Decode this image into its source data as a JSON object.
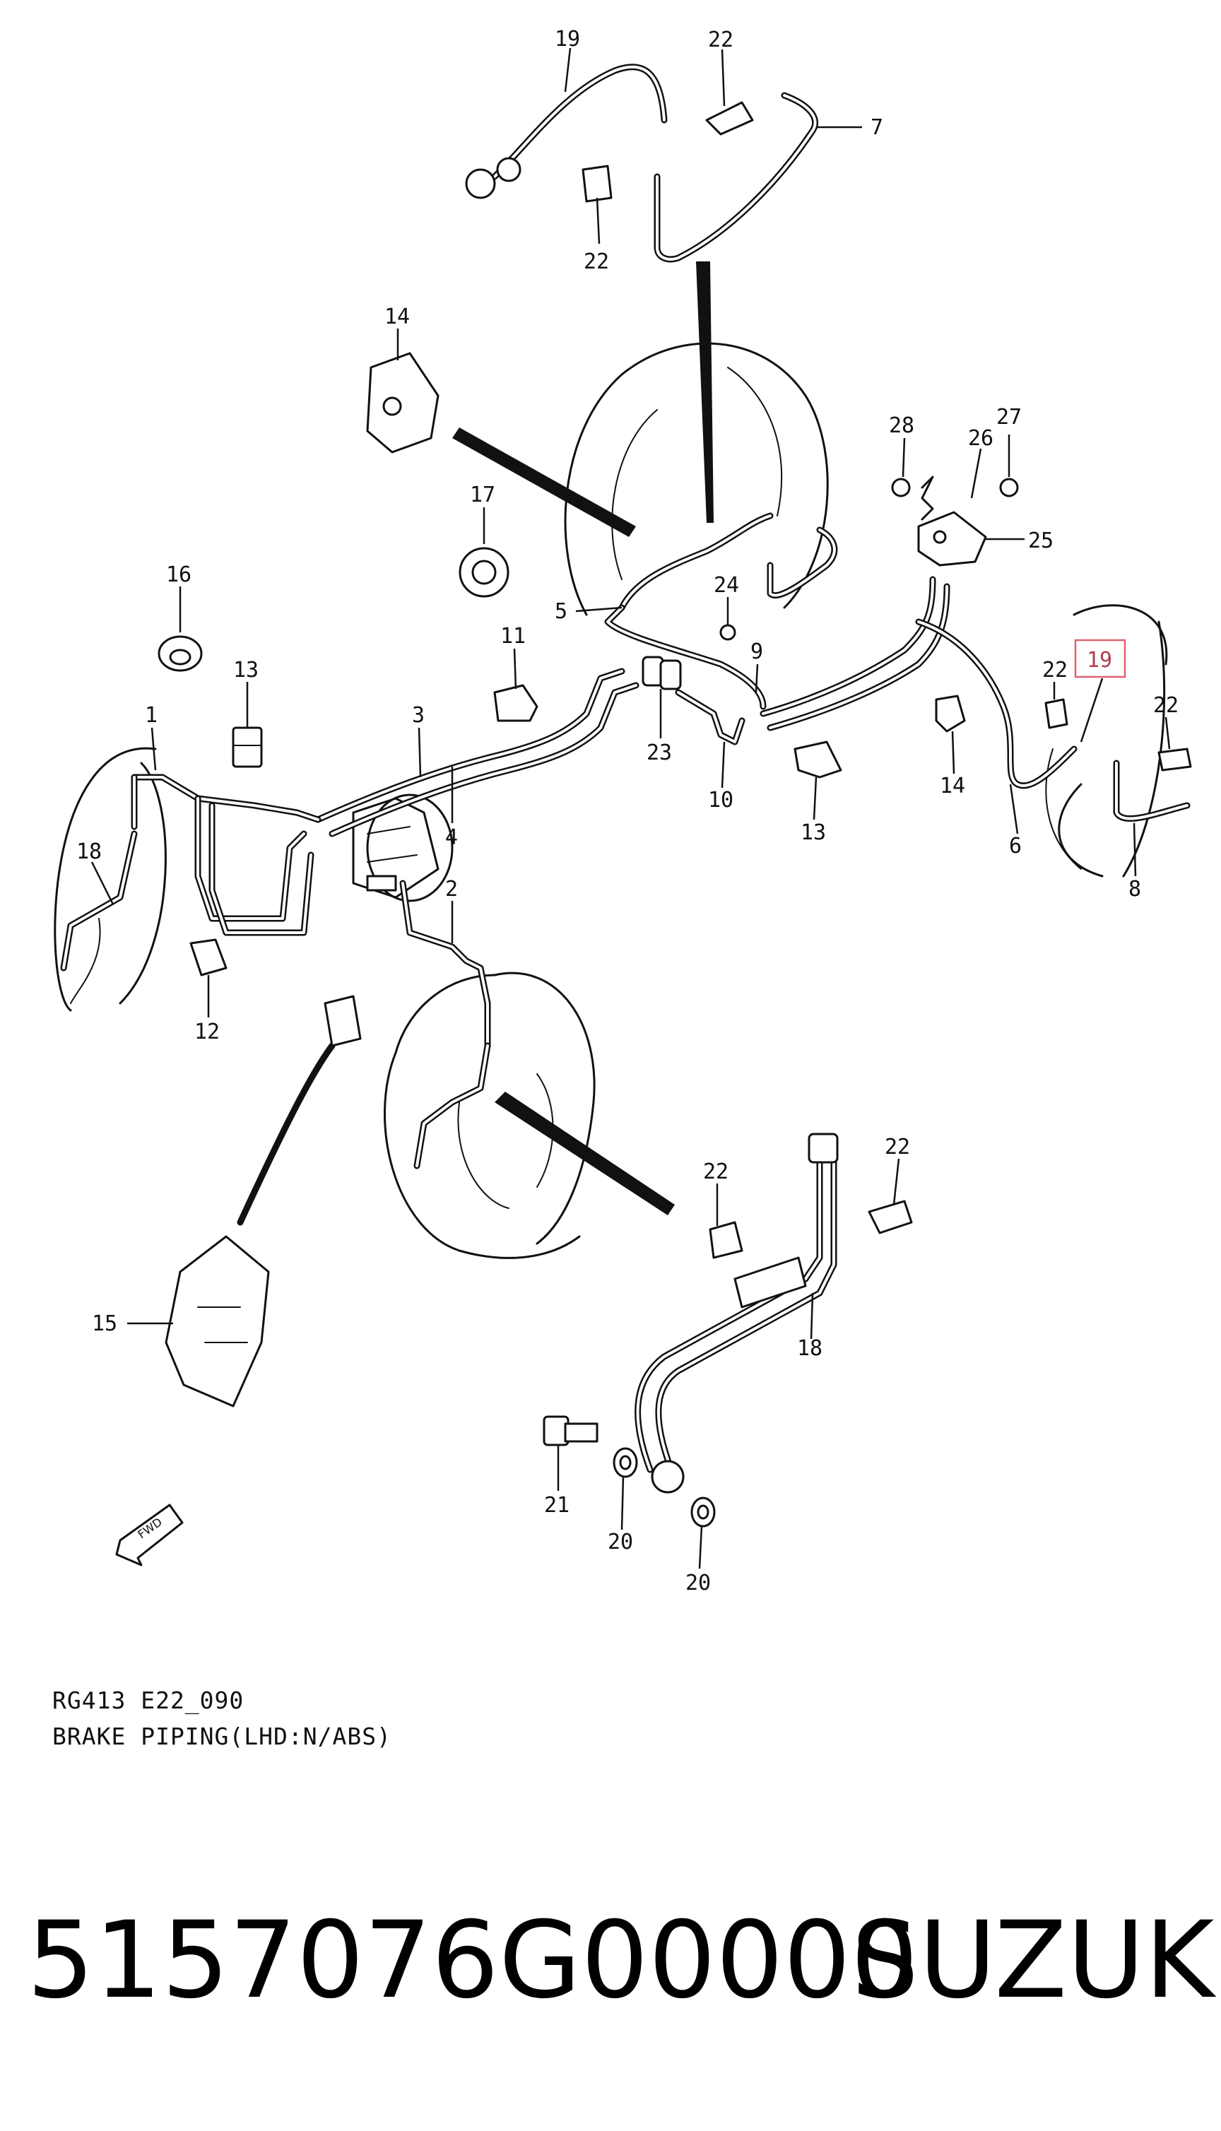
{
  "diagram": {
    "caption": {
      "code": "RG413 E22_090",
      "title": "BRAKE PIPING(LHD:N/ABS)"
    },
    "fwd_label": "FWD",
    "highlight_color": "#e06070",
    "callouts": [
      {
        "id": "c19-top",
        "text": "19"
      },
      {
        "id": "c22-top-right",
        "text": "22"
      },
      {
        "id": "c7",
        "text": "7"
      },
      {
        "id": "c22-top-left",
        "text": "22"
      },
      {
        "id": "c14-top",
        "text": "14"
      },
      {
        "id": "c28",
        "text": "28"
      },
      {
        "id": "c27",
        "text": "27"
      },
      {
        "id": "c26",
        "text": "26"
      },
      {
        "id": "c25",
        "text": "25"
      },
      {
        "id": "c17",
        "text": "17"
      },
      {
        "id": "c5",
        "text": "5"
      },
      {
        "id": "c24",
        "text": "24"
      },
      {
        "id": "c16",
        "text": "16"
      },
      {
        "id": "c11",
        "text": "11"
      },
      {
        "id": "c9",
        "text": "9"
      },
      {
        "id": "c19-right",
        "text": "19"
      },
      {
        "id": "c13-left",
        "text": "13"
      },
      {
        "id": "c22-right-a",
        "text": "22"
      },
      {
        "id": "c22-right-b",
        "text": "22"
      },
      {
        "id": "c1",
        "text": "1"
      },
      {
        "id": "c3",
        "text": "3"
      },
      {
        "id": "c23",
        "text": "23"
      },
      {
        "id": "c10",
        "text": "10"
      },
      {
        "id": "c13-mid",
        "text": "13"
      },
      {
        "id": "c14-right",
        "text": "14"
      },
      {
        "id": "c18-left",
        "text": "18"
      },
      {
        "id": "c4",
        "text": "4"
      },
      {
        "id": "c6",
        "text": "6"
      },
      {
        "id": "c8",
        "text": "8"
      },
      {
        "id": "c2",
        "text": "2"
      },
      {
        "id": "c12",
        "text": "12"
      },
      {
        "id": "c22-bottom-a",
        "text": "22"
      },
      {
        "id": "c22-bottom-b",
        "text": "22"
      },
      {
        "id": "c15",
        "text": "15"
      },
      {
        "id": "c18-bottom",
        "text": "18"
      },
      {
        "id": "c21",
        "text": "21"
      },
      {
        "id": "c20-a",
        "text": "20"
      },
      {
        "id": "c20-b",
        "text": "20"
      }
    ]
  },
  "footer": {
    "part_number": "5157076G00000",
    "brand": "SUZUKI"
  }
}
